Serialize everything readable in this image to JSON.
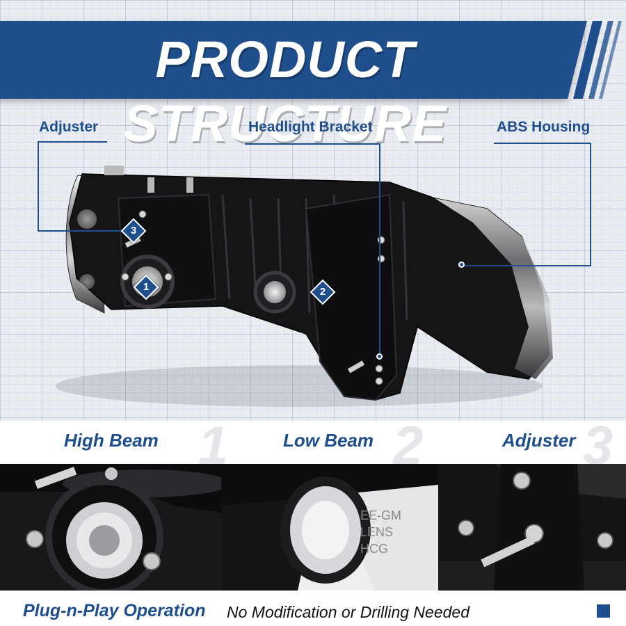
{
  "header": {
    "title": "PRODUCT STRUCTURE"
  },
  "callouts": {
    "adjuster": "Adjuster",
    "headlight_bracket": "Headlight Bracket",
    "abs_housing": "ABS Housing"
  },
  "badges": [
    "1",
    "2",
    "3"
  ],
  "features": [
    {
      "label": "High Beam",
      "number": "1"
    },
    {
      "label": "Low Beam",
      "number": "2"
    },
    {
      "label": "Adjuster",
      "number": "3"
    }
  ],
  "footer": {
    "title": "Plug-n-Play Operation",
    "subtitle": "No Modification or Drilling Needed"
  },
  "colors": {
    "accent": "#1f4e8c",
    "background": "#e9ecf1",
    "housing": "#151517"
  }
}
